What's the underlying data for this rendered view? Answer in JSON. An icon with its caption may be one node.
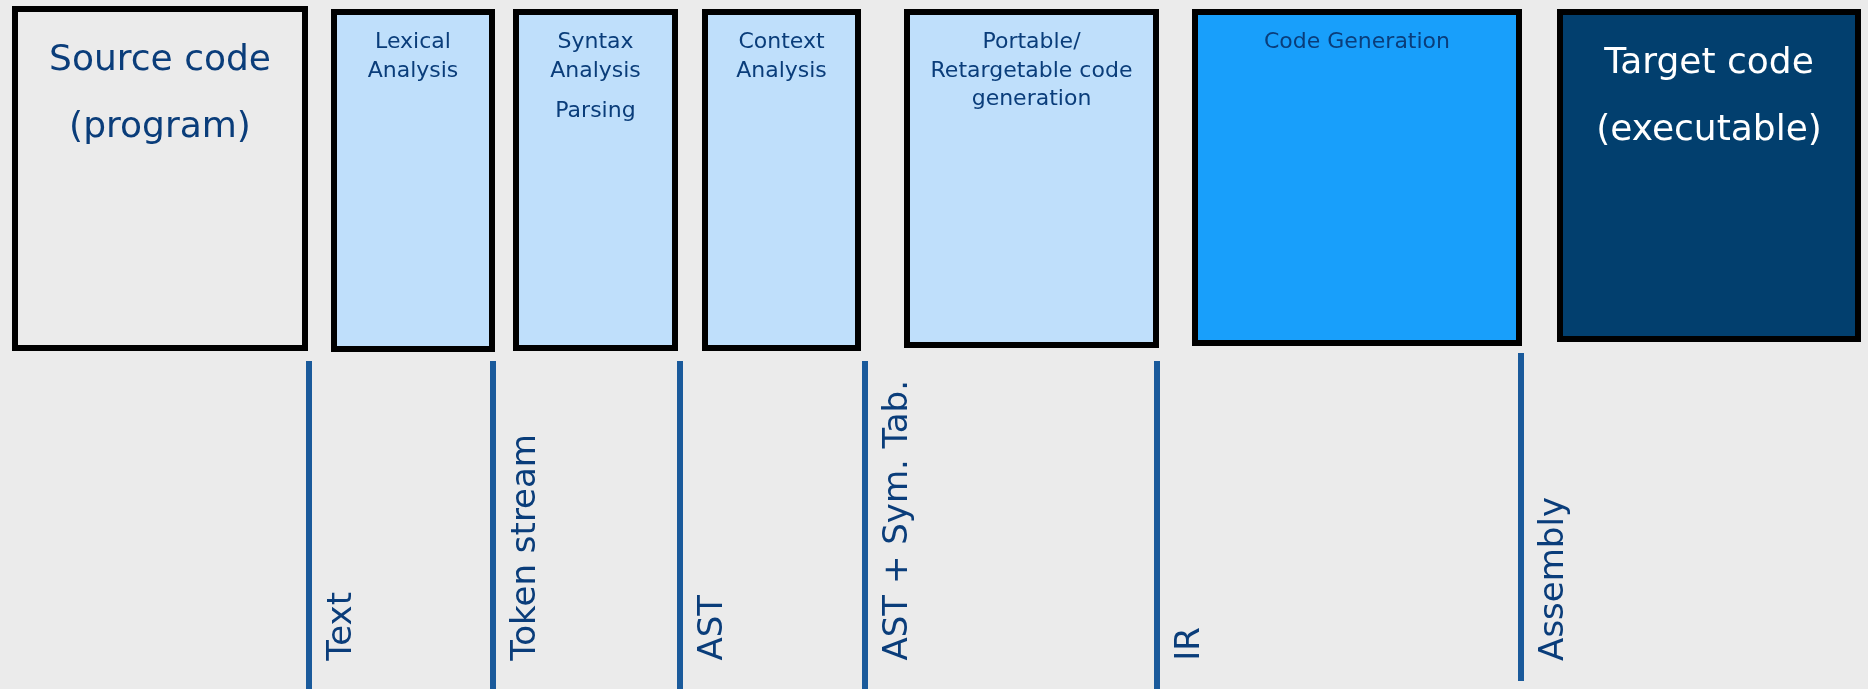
{
  "diagram": {
    "nodes": [
      {
        "text": [
          "Source code",
          "(program)"
        ]
      },
      {
        "text": [
          "Lexical Analysis"
        ]
      },
      {
        "text": [
          "Syntax Analysis",
          "Parsing"
        ]
      },
      {
        "text": [
          "Context Analysis"
        ]
      },
      {
        "text": [
          "Portable/ Retargetable code generation"
        ]
      },
      {
        "text": [
          "Code Generation"
        ]
      },
      {
        "text": [
          "Target code",
          "(executable)"
        ]
      }
    ],
    "edges": [],
    "labels": [
      "Text",
      "Token stream",
      "AST",
      "AST + Sym. Tab.",
      "IR",
      "Assembly"
    ]
  }
}
